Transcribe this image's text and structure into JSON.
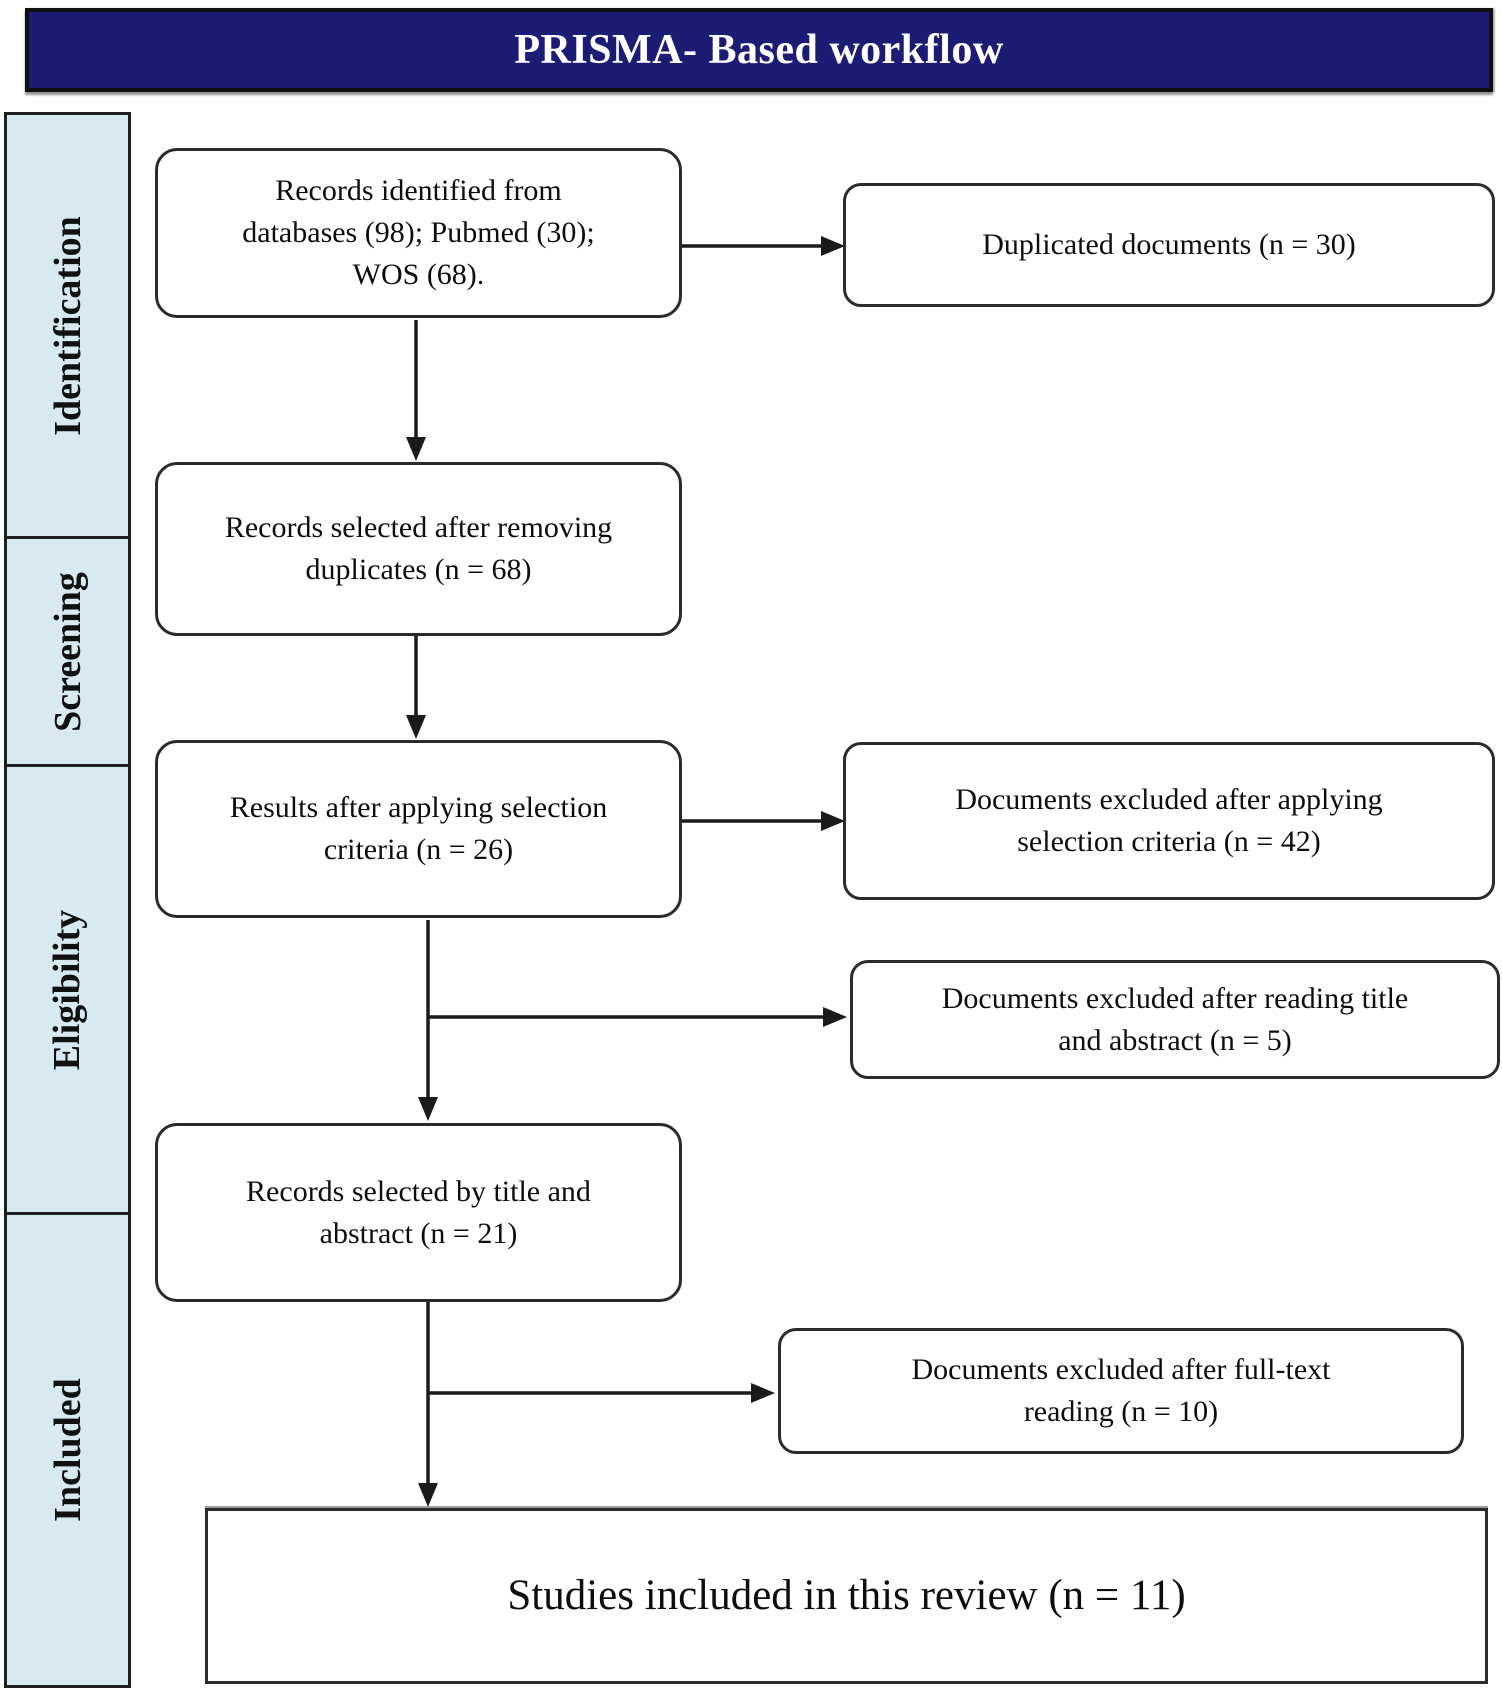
{
  "title": "PRISMA- Based workflow",
  "sidebar": {
    "sections": [
      {
        "label": "Identification"
      },
      {
        "label": "Screening"
      },
      {
        "label": "Eligibility"
      },
      {
        "label": "Included"
      }
    ]
  },
  "flow": {
    "identified": "Records identified from\ndatabases (98); Pubmed (30);\nWOS (68).",
    "duplicated": "Duplicated documents (n = 30)",
    "after_duplicates": "Records selected after removing\nduplicates (n = 68)",
    "selection_criteria": "Results after applying selection\ncriteria (n = 26)",
    "excluded_selection": "Documents excluded after applying\nselection criteria (n = 42)",
    "excluded_title_abstract": "Documents excluded after reading title\nand abstract (n = 5)",
    "title_abstract": "Records selected by title and\nabstract (n = 21)",
    "excluded_fulltext": "Documents excluded after full-text\nreading (n = 10)",
    "included": "Studies included in this review (n = 11)"
  },
  "counts": {
    "records_identified_total": 98,
    "pubmed": 30,
    "wos": 68,
    "duplicated_documents": 30,
    "after_removing_duplicates": 68,
    "after_selection_criteria": 26,
    "excluded_selection_criteria": 42,
    "excluded_title_abstract": 5,
    "selected_title_abstract": 21,
    "excluded_fulltext": 10,
    "studies_included": 11
  },
  "colors": {
    "banner_bg": "#1c1c74",
    "banner_text": "#ffffff",
    "sidebar_bg": "#d9e9f0",
    "box_border": "#2b2b2b",
    "arrow_color": "#1a1a1a"
  }
}
